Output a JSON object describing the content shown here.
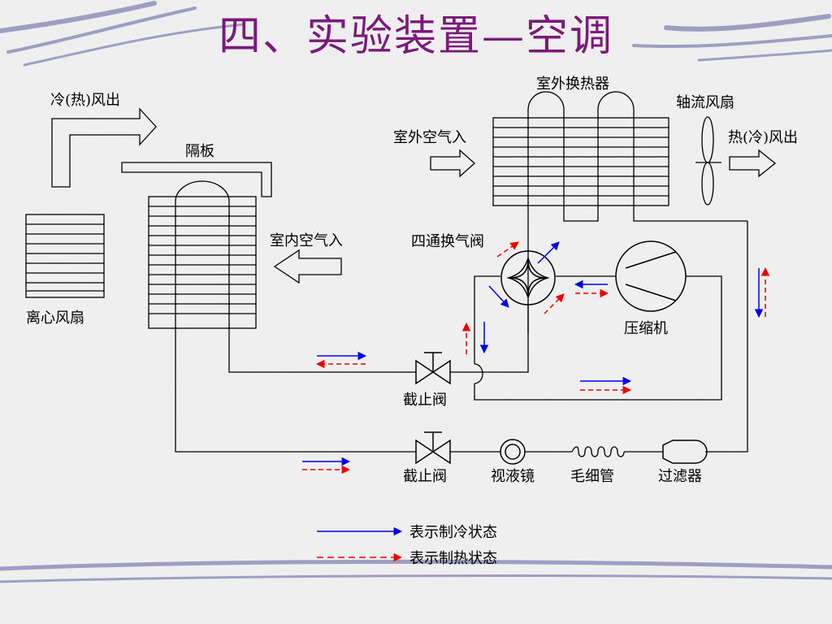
{
  "title": "四、实验装置—空调",
  "labels": {
    "cold_hot_out": "冷(热)风出",
    "partition": "隔板",
    "centrifugal_fan": "离心风扇",
    "indoor_air_in": "室内空气入",
    "outdoor_heat_exchanger": "室外换热器",
    "axial_fan": "轴流风扇",
    "outdoor_air_in": "室外空气入",
    "hot_cold_out": "热(冷)风出",
    "four_way_valve": "四通换气阀",
    "compressor": "压缩机",
    "stop_valve_upper": "截止阀",
    "stop_valve_lower": "截止阀",
    "sight_glass": "视液镜",
    "capillary": "毛细管",
    "filter": "过滤器"
  },
  "legend": {
    "cooling": "表示制冷状态",
    "heating": "表示制热状态"
  },
  "colors": {
    "title": "#7a1a7a",
    "cooling": "#0000ee",
    "heating": "#ee0000",
    "line": "#000000",
    "decor": "#8a8ab8"
  }
}
